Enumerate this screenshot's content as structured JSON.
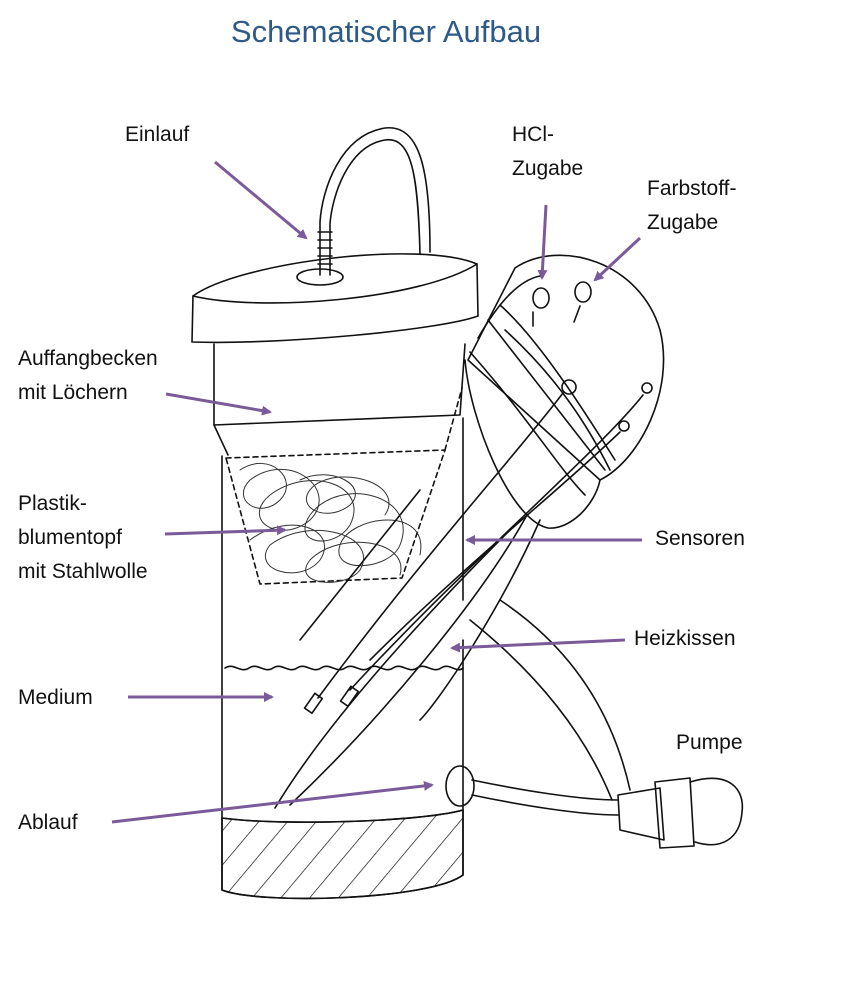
{
  "title": "Schematischer Aufbau",
  "colors": {
    "title": "#2e5a87",
    "arrow": "#7b5a9a",
    "ink": "#111111"
  },
  "labels": {
    "einlauf": "Einlauf",
    "hcl_line1": "HCl-",
    "hcl_line2": "Zugabe",
    "farbstoff_line1": "Farbstoff-",
    "farbstoff_line2": "Zugabe",
    "auffang_line1": "Auffangbecken",
    "auffang_line2": "mit Löchern",
    "plastik_line1": "Plastik-",
    "plastik_line2": "blumentopf",
    "plastik_line3": "mit Stahlwolle",
    "sensoren": "Sensoren",
    "heizkissen": "Heizkissen",
    "medium": "Medium",
    "pumpe": "Pumpe",
    "ablauf": "Ablauf"
  }
}
